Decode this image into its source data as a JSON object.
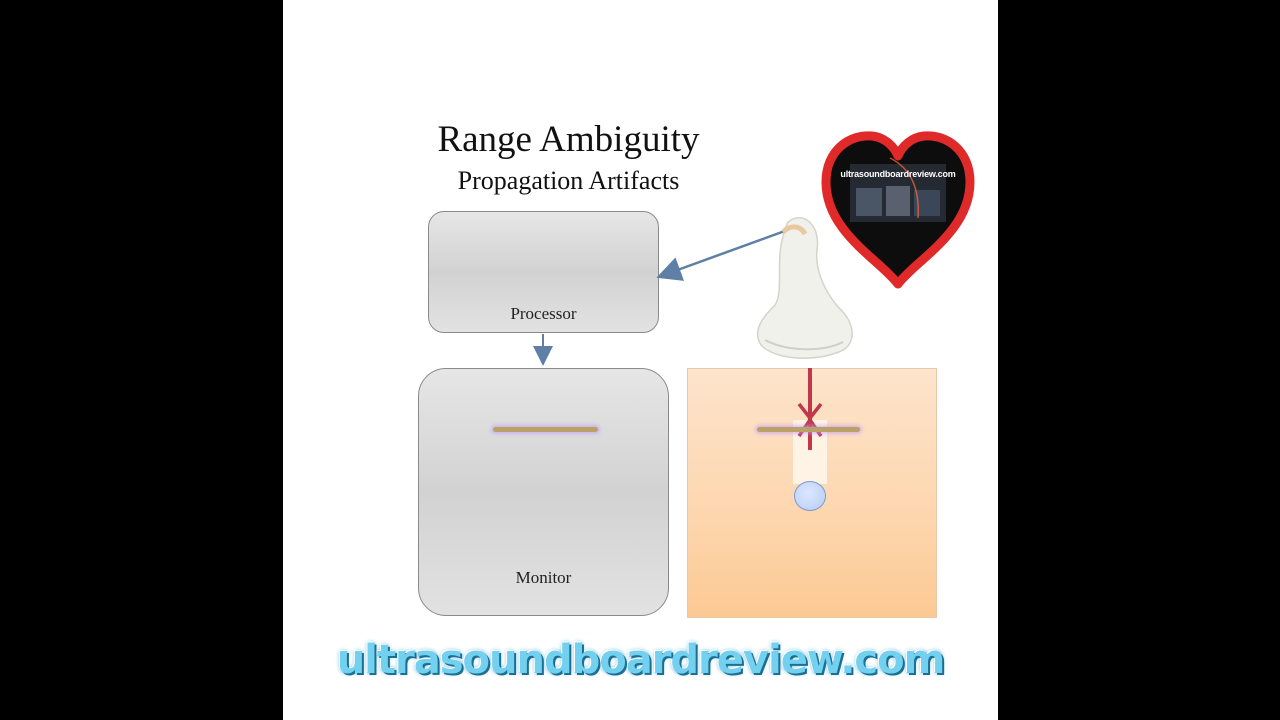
{
  "diagram": {
    "title": "Range Ambiguity",
    "subtitle": "Propagation Artifacts",
    "processor_label": "Processor",
    "monitor_label": "Monitor"
  },
  "branding": {
    "heart_logo_text": "ultrasoundboardreview.com",
    "banner_url": "ultrasoundboardreview.com",
    "colors": {
      "banner_text": "#73d0ee",
      "heart_outline": "#e02a2a",
      "echo_line": "#b9a168",
      "tissue": "#fdd6ae",
      "beam": "#c0394a"
    }
  },
  "icons": [
    "transducer-icon",
    "heart-logo-icon"
  ]
}
